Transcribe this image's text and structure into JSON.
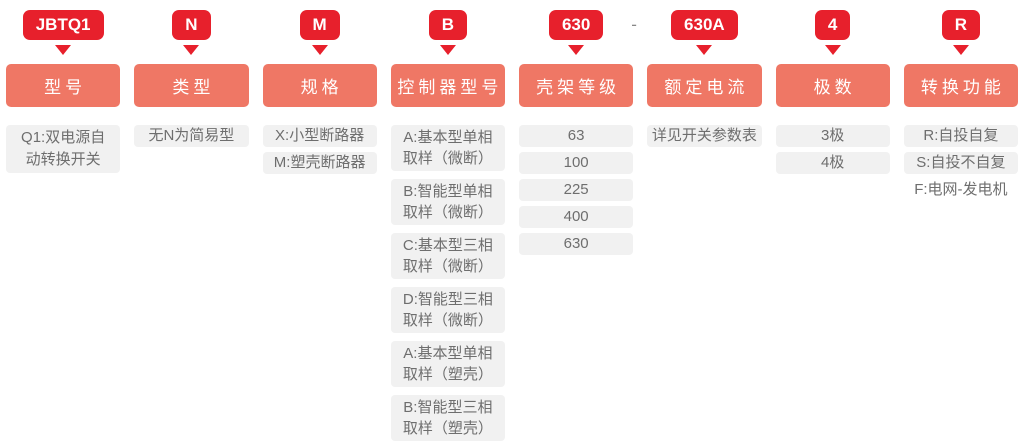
{
  "palette": {
    "badge_red": "#e7202c",
    "header_salmon": "#ef7765",
    "pill_bg": "#f1f1f1",
    "pill_text": "#6e6e6e",
    "separator_color": "#888888"
  },
  "columns": [
    {
      "code": "JBTQ1",
      "header": "型号",
      "items": [
        {
          "text": "Q1:双电源自\n动转换开关",
          "two_line": true
        }
      ]
    },
    {
      "code": "N",
      "header": "类型",
      "items": [
        {
          "text": "无N为简易型"
        }
      ]
    },
    {
      "code": "M",
      "header": "规格",
      "items": [
        {
          "text": "X:小型断路器"
        },
        {
          "text": "M:塑壳断路器"
        }
      ]
    },
    {
      "code": "B",
      "header": "控制器型号",
      "wide_gap": true,
      "items": [
        {
          "text": "A:基本型单相\n取样（微断）",
          "two_line": true
        },
        {
          "text": "B:智能型单相\n取样（微断）",
          "two_line": true
        },
        {
          "text": "C:基本型三相\n取样（微断）",
          "two_line": true
        },
        {
          "text": "D:智能型三相\n取样（微断）",
          "two_line": true
        },
        {
          "text": "A:基本型单相\n取样（塑壳）",
          "two_line": true
        },
        {
          "text": "B:智能型三相\n取样（塑壳）",
          "two_line": true
        }
      ]
    },
    {
      "code": "630",
      "header": "壳架等级",
      "items": [
        {
          "text": "63"
        },
        {
          "text": "100"
        },
        {
          "text": "225"
        },
        {
          "text": "400"
        },
        {
          "text": "630"
        }
      ]
    },
    {
      "code": "630A",
      "header": "额定电流",
      "separator_before": "-",
      "items": [
        {
          "text": "详见开关参数表"
        }
      ]
    },
    {
      "code": "4",
      "header": "极数",
      "items": [
        {
          "text": "3极"
        },
        {
          "text": "4极"
        }
      ]
    },
    {
      "code": "R",
      "header": "转换功能",
      "items": [
        {
          "text": "R:自投自复"
        },
        {
          "text": "S:自投不自复"
        },
        {
          "text": "F:电网-发电机",
          "plain": true
        }
      ]
    }
  ]
}
